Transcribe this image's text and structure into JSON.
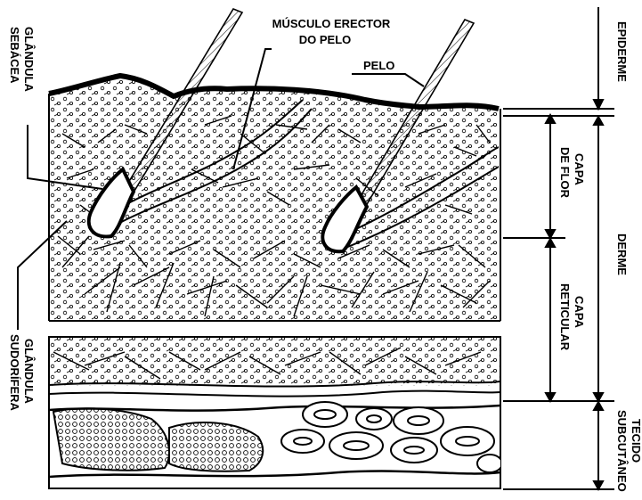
{
  "diagram": {
    "labels": {
      "musculo_line1": "MÚSCULO ERECTOR",
      "musculo_line2": "DO PELO",
      "pelo": "PELO",
      "glandula_sebacea_line1": "GLÂNDULA",
      "glandula_sebacea_line2": "SEBÁCEA",
      "glandula_sudorifera_line1": "GLÂNDULA",
      "glandula_sudorifera_line2": "SUDORÍFERA",
      "epiderme": "EPIDERME",
      "derme": "DERME",
      "tecido_line1": "TECIDO",
      "tecido_line2": "SUBCUTÂNEO",
      "capa_flor_line1": "CAPA",
      "capa_flor_line2": "DE FLOR",
      "capa_ret_line1": "CAPA",
      "capa_ret_line2": "RETICULAR"
    },
    "colors": {
      "ink": "#000000",
      "paper": "#ffffff"
    }
  }
}
